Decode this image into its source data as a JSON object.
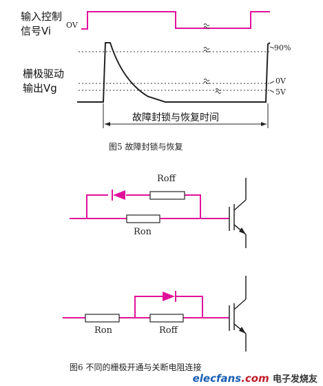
{
  "fig5": {
    "label_input_line1": "输入控制",
    "label_input_line2": "信号Vi",
    "label_ov": "OV",
    "label_gate_line1": "栅极驱动",
    "label_gate_line2": "输出Vg",
    "level_90": "90%",
    "level_0v": "0V",
    "level_5v": "5V",
    "interval_label": "故障封锁与恢复时间",
    "caption": "图5  故障封锁与恢复"
  },
  "fig6": {
    "top_roff": "Roff",
    "top_ron": "Ron",
    "bottom_ron": "Ron",
    "bottom_roff": "Roff",
    "caption": "图6  不同的栅极开通与关断电阻连接"
  },
  "watermark": {
    "text1": "elecfans",
    "text2": ".com",
    "text3": "电子发烧友"
  },
  "colors": {
    "signal": "#e0109a",
    "trace": "#222222"
  }
}
